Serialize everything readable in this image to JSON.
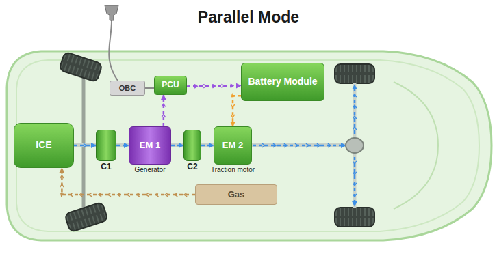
{
  "diagram": {
    "title": "Parallel Mode",
    "nodes": [
      {
        "text": [
          "OBC"
        ]
      },
      {
        "text": [
          "PCU"
        ]
      },
      {
        "text": [
          "Battery Module"
        ]
      },
      {
        "text": [
          "ICE"
        ]
      },
      {
        "text": [
          "C1"
        ]
      },
      {
        "text": [
          "EM 1",
          "Generator"
        ]
      },
      {
        "text": [
          "C2"
        ]
      },
      {
        "text": [
          "EM 2",
          "Traction motor"
        ]
      },
      {
        "text": [
          "Gas"
        ]
      }
    ],
    "edges": [
      {
        "from": 0,
        "to": 1,
        "arrow": "none"
      },
      {
        "from": 5,
        "to": 1,
        "arrow": "to"
      },
      {
        "from": 1,
        "to": 2,
        "arrow": "to"
      },
      {
        "from": 2,
        "to": 7,
        "arrow": "to"
      },
      {
        "from": 3,
        "to": 4,
        "arrow": "to"
      },
      {
        "from": 4,
        "to": 5,
        "arrow": "to"
      },
      {
        "from": 5,
        "to": 6,
        "arrow": "to"
      },
      {
        "from": 6,
        "to": 7,
        "arrow": "to"
      },
      {
        "from": 8,
        "to": 3,
        "arrow": "to"
      }
    ]
  }
}
